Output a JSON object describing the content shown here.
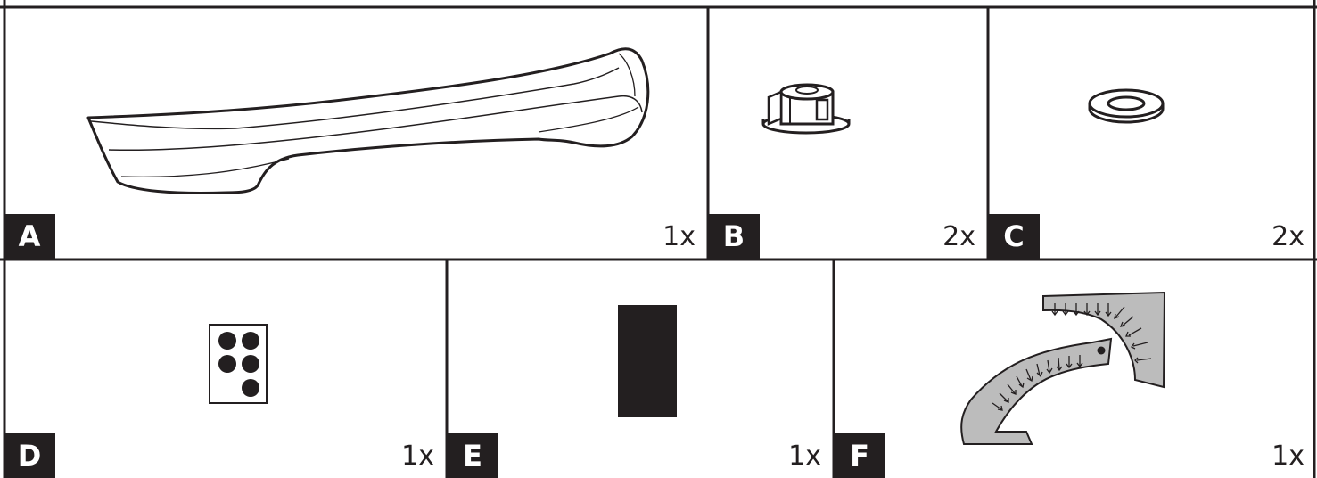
{
  "parts": [
    {
      "id": "A",
      "letter": "A",
      "quantity": "1x",
      "icon": "spoiler-icon"
    },
    {
      "id": "B",
      "letter": "B",
      "quantity": "2x",
      "icon": "clip-nut-icon"
    },
    {
      "id": "C",
      "letter": "C",
      "quantity": "2x",
      "icon": "washer-icon"
    },
    {
      "id": "D",
      "letter": "D",
      "quantity": "1x",
      "icon": "adhesive-dots-icon"
    },
    {
      "id": "E",
      "letter": "E",
      "quantity": "1x",
      "icon": "black-pad-icon"
    },
    {
      "id": "F",
      "letter": "F",
      "quantity": "1x",
      "icon": "template-stencil-icon"
    }
  ],
  "colors": {
    "ink": "#231f20",
    "fill_gray": "#bcbcbc",
    "background": "#ffffff"
  }
}
